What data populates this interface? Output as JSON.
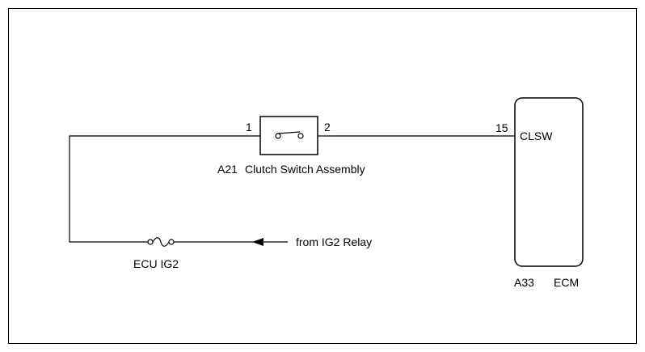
{
  "components": {
    "clutch_switch": {
      "pin_left": "1",
      "pin_right": "2",
      "code": "A21",
      "name": "Clutch Switch Assembly"
    },
    "ecm": {
      "pin": "15",
      "terminal": "CLSW",
      "code": "A33",
      "name": "ECM"
    },
    "fuse": {
      "name": "ECU IG2"
    },
    "source": {
      "label": "from IG2 Relay"
    }
  },
  "colors": {
    "line": "#000000",
    "background": "#ffffff"
  }
}
